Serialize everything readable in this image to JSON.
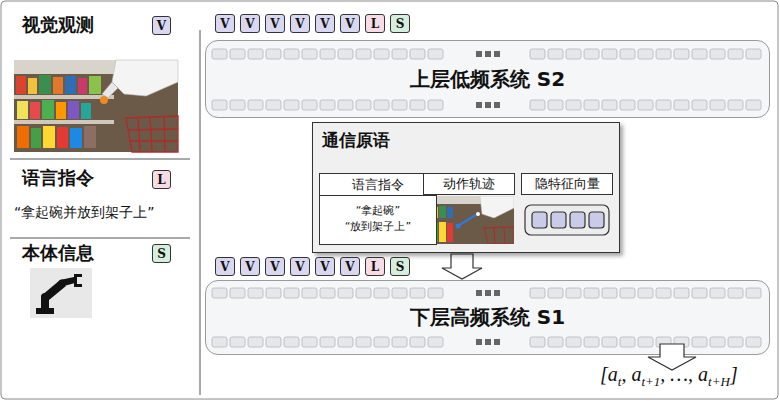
{
  "diagram": {
    "nodes": [
      {
        "text": [
          "V"
        ]
      },
      {
        "text": [
          "L"
        ]
      },
      {
        "text": [
          "S"
        ]
      },
      {
        "text": [
          "V"
        ]
      },
      {
        "text": [
          "V"
        ]
      },
      {
        "text": [
          "V"
        ]
      },
      {
        "text": [
          "V"
        ]
      },
      {
        "text": [
          "V"
        ]
      },
      {
        "text": [
          "V"
        ]
      },
      {
        "text": [
          "L"
        ]
      },
      {
        "text": [
          "S"
        ]
      },
      {
        "text": [
          "上层低频系统 S2"
        ]
      },
      {
        "text": [
          "通信原语"
        ]
      },
      {
        "text": [
          "语言指令",
          "“拿起碗”",
          "“放到架子上”"
        ],
        "in": 12
      },
      {
        "text": [
          "动作轨迹"
        ],
        "in": 12
      },
      {
        "text": [
          "隐特征向量"
        ],
        "in": 12
      },
      {
        "text": [
          "V"
        ]
      },
      {
        "text": [
          "V"
        ]
      },
      {
        "text": [
          "V"
        ]
      },
      {
        "text": [
          "V"
        ]
      },
      {
        "text": [
          "V"
        ]
      },
      {
        "text": [
          "V"
        ]
      },
      {
        "text": [
          "L"
        ]
      },
      {
        "text": [
          "S"
        ]
      },
      {
        "text": [
          "下层高频系统 S1"
        ]
      }
    ],
    "edges": [
      {
        "from": 12,
        "to": 24,
        "arrow": "to"
      }
    ],
    "labels": [
      "视觉观测",
      "语言指令",
      "“拿起碗并放到架子上”",
      "本体信息",
      "[a",
      "t",
      ", a",
      "t+1",
      ", …, a",
      "t+H",
      "]"
    ]
  }
}
